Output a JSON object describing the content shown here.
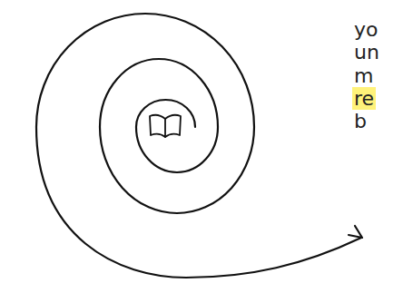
{
  "diagram": {
    "labels": [
      "yo",
      "un",
      "m",
      "re",
      "b"
    ]
  }
}
